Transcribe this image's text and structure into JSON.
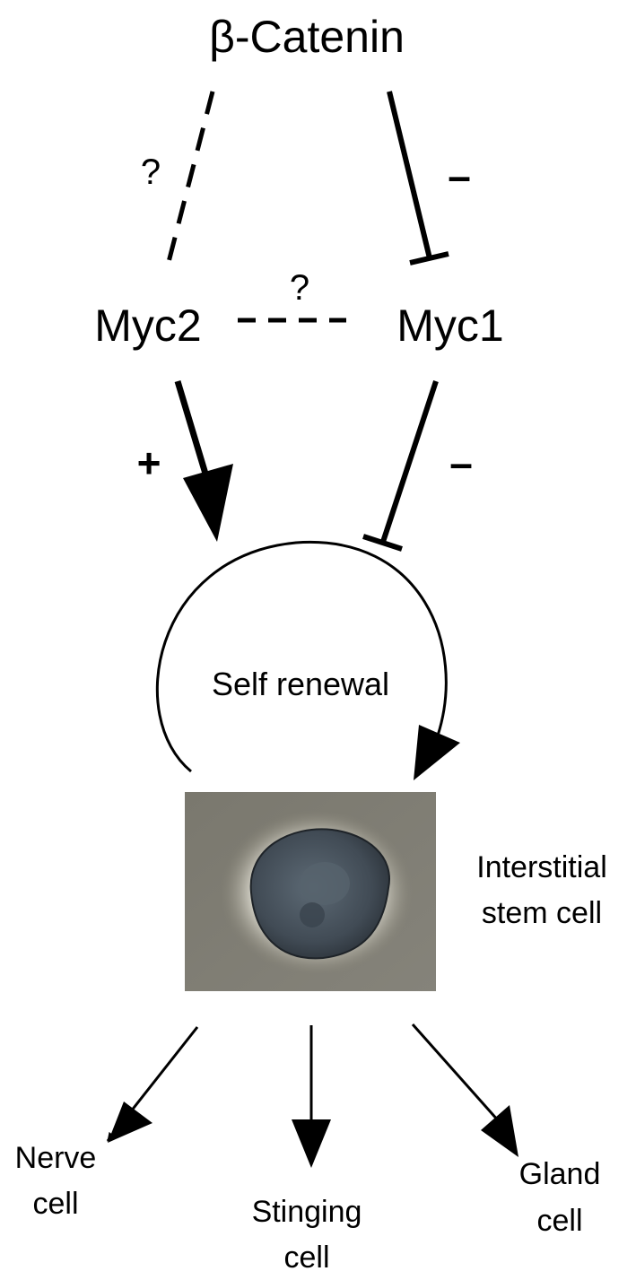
{
  "nodes": {
    "beta_catenin": "β-Catenin",
    "myc2": "Myc2",
    "myc1": "Myc1",
    "self_renewal": "Self renewal",
    "stem_cell_line1": "Interstitial",
    "stem_cell_line2": "stem cell"
  },
  "edge_labels": {
    "beta_to_myc2": "?",
    "myc2_myc1": "?",
    "beta_to_myc1": "–",
    "myc2_to_renewal": "+",
    "myc1_to_renewal": "–"
  },
  "products": [
    {
      "line1": "Nerve",
      "line2": "cell"
    },
    {
      "line1": "Stinging",
      "line2": "cell"
    },
    {
      "line1": "Gland",
      "line2": "cell"
    }
  ],
  "colors": {
    "line": "#000000",
    "micrograph_background": "#7d7b72",
    "cell_body": "#4a5560",
    "cell_halo": "#f2f0e6"
  }
}
